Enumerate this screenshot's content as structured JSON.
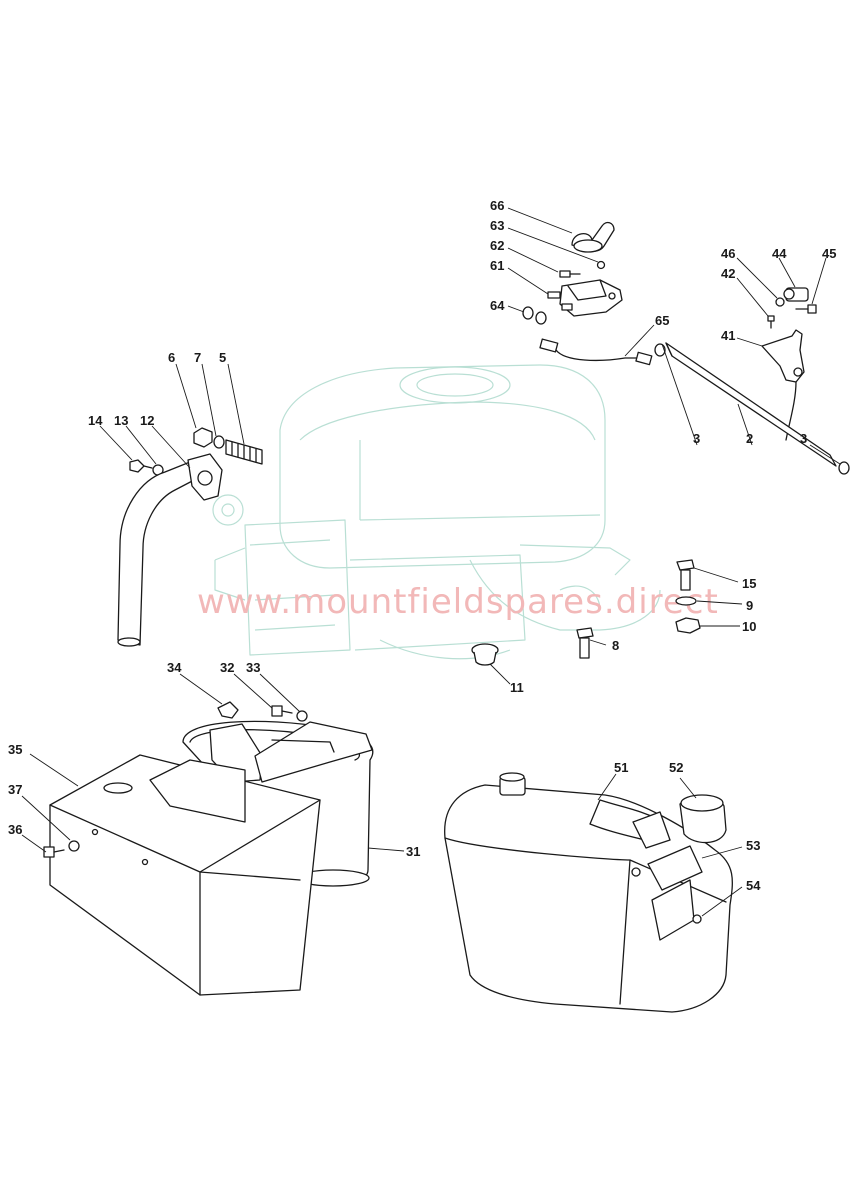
{
  "watermark": "www.mountfieldspares.direct",
  "callouts": [
    "66",
    "63",
    "62",
    "61",
    "64",
    "65",
    "46",
    "44",
    "45",
    "42",
    "41",
    "6",
    "7",
    "5",
    "14",
    "13",
    "12",
    "3",
    "2",
    "3",
    "15",
    "9",
    "10",
    "8",
    "11",
    "34",
    "32",
    "33",
    "35",
    "37",
    "36",
    "31",
    "51",
    "52",
    "53",
    "54"
  ]
}
